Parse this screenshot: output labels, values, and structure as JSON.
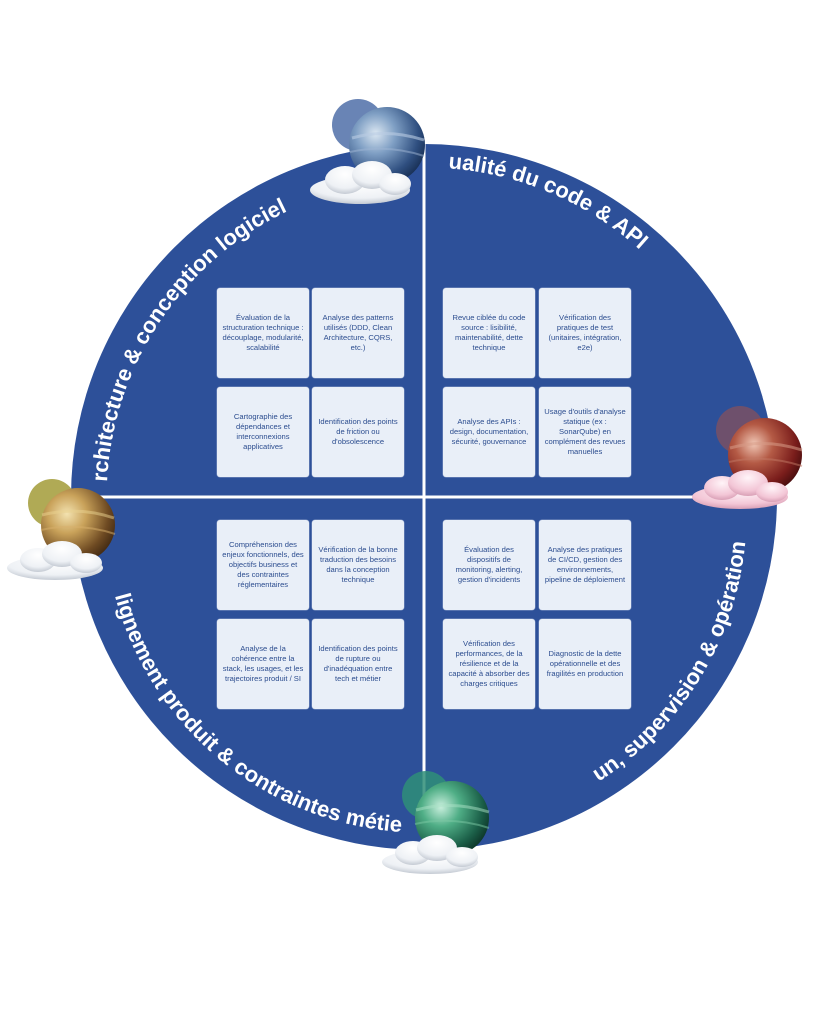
{
  "colors": {
    "background": "#ffffff",
    "disc": "#2d5099",
    "divider": "#ffffff",
    "card_bg": "#e9eff8",
    "card_text": "#2c4d8f",
    "title_text": "#ffffff"
  },
  "quadrants": [
    {
      "id": "architecture",
      "title": "Architecture & conception logicielle",
      "planet_icon": "blue-planet-icon",
      "cards": [
        "Évaluation de la structuration technique : découplage, modularité, scalabilité",
        "Analyse des patterns utilisés (DDD, Clean Architecture, CQRS, etc.)",
        "Cartographie des dépendances et interconnexions applicatives",
        "Identification des points de friction ou d'obsolescence"
      ]
    },
    {
      "id": "qualite",
      "title": "Qualité du code & APIs",
      "planet_icon": "red-planet-icon",
      "cards": [
        "Revue ciblée du code source : lisibilité, maintenabilité, dette technique",
        "Vérification des pratiques de test (unitaires, intégration, e2e)",
        "Analyse des APIs : design, documentation, sécurité, gouvernance",
        "Usage d'outils d'analyse statique (ex : SonarQube) en complément des revues manuelles"
      ]
    },
    {
      "id": "alignement",
      "title": "Alignement produit & contraintes métier",
      "planet_icon": "yellow-planet-icon",
      "cards": [
        "Compréhension des enjeux fonctionnels, des objectifs business et des contraintes réglementaires",
        "Vérification de la bonne traduction des besoins dans la conception technique",
        "Analyse de la cohérence entre la stack, les usages, et les trajectoires produit / SI",
        "Identification des points de rupture ou d'inadéquation entre tech et métier"
      ]
    },
    {
      "id": "run",
      "title": "Run, supervision & opérations",
      "planet_icon": "green-planet-icon",
      "cards": [
        "Évaluation des dispositifs de monitoring, alerting, gestion d'incidents",
        "Analyse des pratiques de CI/CD, gestion des environnements, pipeline de déploiement",
        "Vérification des performances, de la résilience et de la capacité à absorber des charges critiques",
        "Diagnostic de la dette opérationnelle et des fragilités en production"
      ]
    }
  ]
}
